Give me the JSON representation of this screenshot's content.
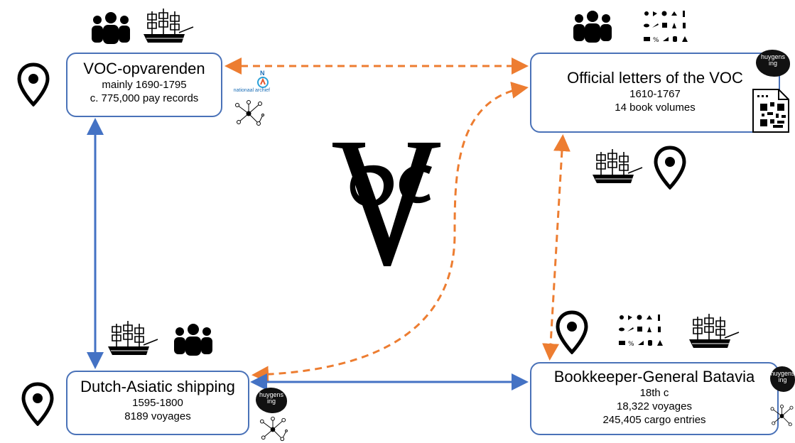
{
  "nodes": {
    "voc_opvarenden": {
      "title": "VOC-opvarenden",
      "lines": [
        "mainly 1690-1795",
        "c. 775,000 pay records"
      ]
    },
    "official_letters": {
      "title": "Official letters of the VOC",
      "lines": [
        "1610-1767",
        "14 book volumes"
      ]
    },
    "dutch_asiatic": {
      "title": "Dutch-Asiatic shipping",
      "lines": [
        "1595-1800",
        "8189 voyages"
      ]
    },
    "bookkeeper": {
      "title": "Bookkeeper-General Batavia",
      "lines": [
        "18th c",
        "18,322 voyages",
        "245,405 cargo entries"
      ]
    }
  },
  "logos": {
    "nationaal_archief": "nationaal archief",
    "huygens": "huygens ing"
  },
  "links": [
    {
      "from": "voc_opvarenden",
      "to": "official_letters",
      "style": "dashed",
      "color": "#ed7d31"
    },
    {
      "from": "official_letters",
      "to": "bookkeeper",
      "style": "dashed",
      "color": "#ed7d31"
    },
    {
      "from": "official_letters",
      "to": "dutch_asiatic",
      "style": "dashed",
      "color": "#ed7d31"
    },
    {
      "from": "voc_opvarenden",
      "to": "dutch_asiatic",
      "style": "solid",
      "color": "#4472c4"
    },
    {
      "from": "dutch_asiatic",
      "to": "bookkeeper",
      "style": "solid",
      "color": "#4472c4"
    }
  ],
  "colors": {
    "box_border": "#4a72b8",
    "link_solid": "#4472c4",
    "link_dashed": "#ed7d31"
  },
  "icons": [
    "map-pin-icon",
    "people-icon",
    "ship-icon",
    "network-icon",
    "commodities-icon",
    "document-qr-icon",
    "voc-monogram-logo"
  ]
}
